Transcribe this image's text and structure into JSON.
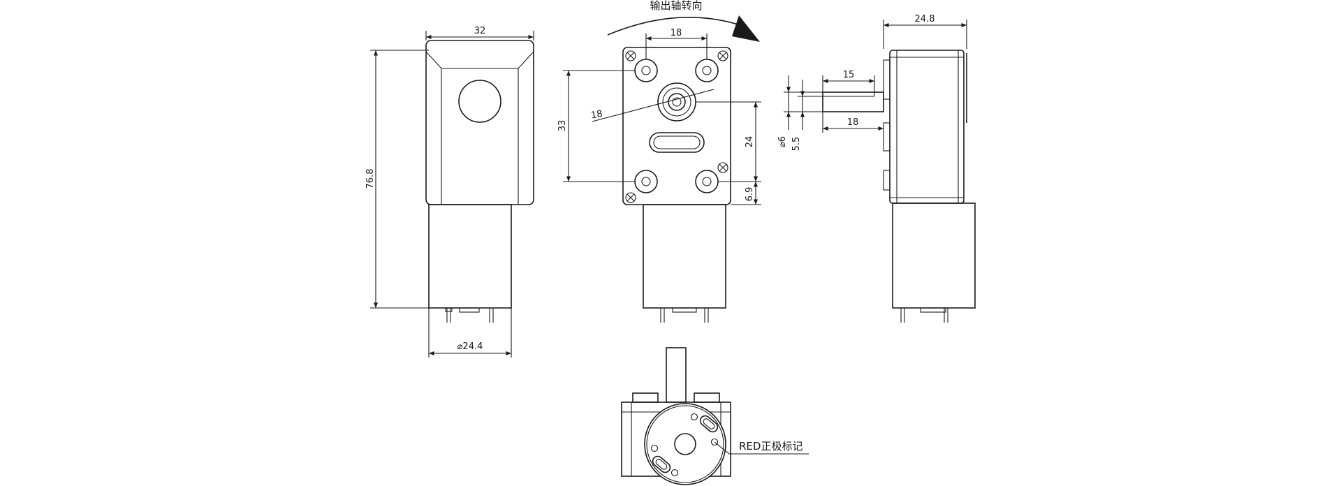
{
  "rotation_label": "输出轴转向",
  "marker_label": "RED正极标记",
  "front_view": {
    "width": "32",
    "height": "76.8",
    "diameter": "⌀24.4"
  },
  "gear_face": {
    "hole_spacing_top": "18",
    "shaft_circle": "18",
    "hole_spacing_vertical": "33",
    "shaft_to_hole": "24",
    "bottom_offset": "6.9"
  },
  "side_view": {
    "width": "24.8",
    "shaft_flat_length": "15",
    "shaft_length": "18",
    "shaft_diameter": "⌀6",
    "flat_width": "5.5"
  }
}
